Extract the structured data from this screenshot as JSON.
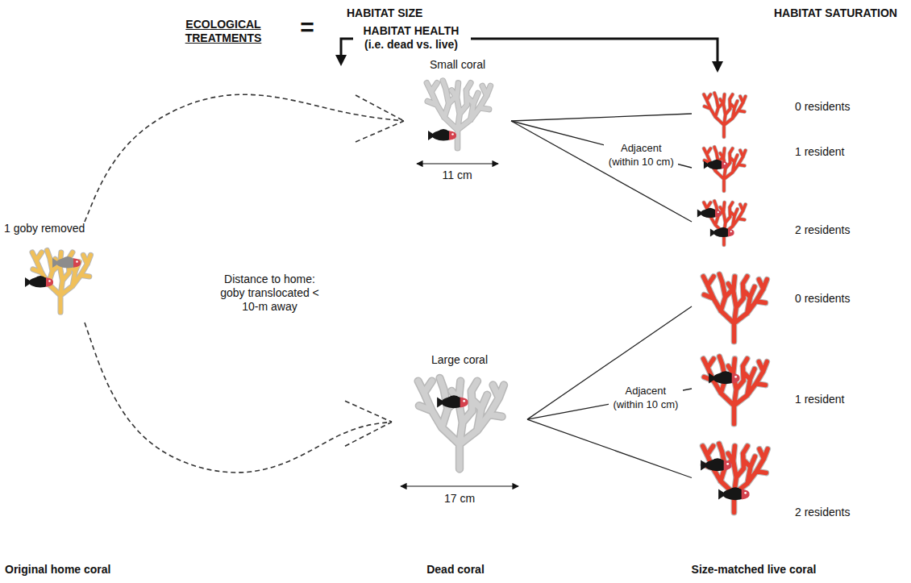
{
  "diagram": {
    "nodes": [
      {
        "text": [
          "1 goby removed"
        ]
      },
      {
        "text": [
          "Small coral"
        ]
      },
      {
        "text": [
          "0 residents"
        ]
      },
      {
        "text": [
          "1 resident"
        ]
      },
      {
        "text": [
          "2 residents"
        ]
      },
      {
        "text": [
          "Large coral"
        ]
      },
      {
        "text": [
          "0 residents"
        ]
      },
      {
        "text": [
          "1 resident"
        ]
      },
      {
        "text": [
          "2 residents"
        ]
      }
    ],
    "edges": [
      {
        "from": 0,
        "to": 1,
        "arrow": "to"
      },
      {
        "from": 0,
        "to": 5,
        "arrow": "to"
      },
      {
        "from": 1,
        "to": 2,
        "arrow": "none"
      },
      {
        "from": 1,
        "to": 3,
        "label": "Adjacent (within 10 cm)",
        "arrow": "none"
      },
      {
        "from": 1,
        "to": 4,
        "arrow": "none"
      },
      {
        "from": 5,
        "to": 6,
        "arrow": "none"
      },
      {
        "from": 5,
        "to": 7,
        "label": "Adjacent (within 10 cm)",
        "arrow": "none"
      },
      {
        "from": 5,
        "to": 8,
        "arrow": "none"
      }
    ],
    "labels": [
      "ECOLOGICAL TREATMENTS",
      "=",
      "HABITAT SIZE",
      "HABITAT HEALTH (i.e. dead vs. live)",
      "HABITAT SATURATION",
      "Distance to home: goby translocated < 10-m away",
      "11 cm",
      "17 cm",
      "Original home coral",
      "Dead coral",
      "Size-matched live coral"
    ]
  }
}
